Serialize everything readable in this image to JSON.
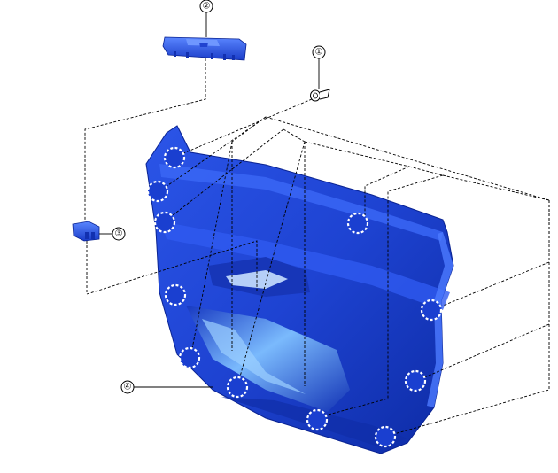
{
  "diagram": {
    "callouts": [
      {
        "id": "1",
        "label": "①"
      },
      {
        "id": "2",
        "label": "②"
      },
      {
        "id": "3",
        "label": "③"
      },
      {
        "id": "4",
        "label": "④"
      }
    ],
    "colors": {
      "part_dark": "#0b2a9c",
      "part_main": "#1f45d6",
      "part_light": "#4f7dff",
      "highlight": "#8fc6ff",
      "leader": "#000000"
    },
    "parts": {
      "1": "clip",
      "2": "power-window-switch",
      "3": "switch",
      "4": "door-trim-panel"
    }
  }
}
